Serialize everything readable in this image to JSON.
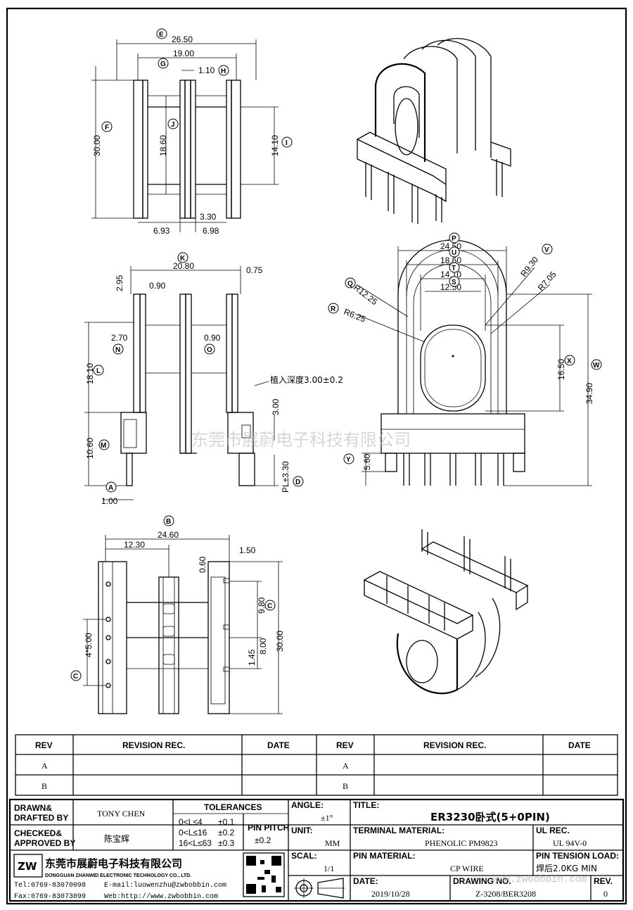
{
  "watermark": "东莞市展蔚电子科技有限公司",
  "watermark_url": "www.zwbobbin.com",
  "dims_top": {
    "w_26_50": "26.50",
    "w_19_00": "19.00",
    "w_1_10": "1.10",
    "h_30_00": "30.00",
    "h_18_60": "18.60",
    "h_14_10": "14.10",
    "d_6_93": "6.93",
    "d_3_30": "3.30",
    "d_6_98": "6.98"
  },
  "dims_mid": {
    "w_20_80": "20.80",
    "w_0_75": "0.75",
    "h_2_95": "2.95",
    "w_0_90a": "0.90",
    "h_2_70": "2.70",
    "w_0_90b": "0.90",
    "h_18_10": "18.10",
    "h_10_60": "10.60",
    "h_3_00": "3.00",
    "pl_3_30": "PL±3.30",
    "w_1_00": "1.00",
    "note_depth": "植入深度3.00±0.2"
  },
  "dims_front": {
    "w_24_50": "24.50",
    "w_18_60": "18.60",
    "w_14_10": "14.10",
    "w_12_50": "12.50",
    "r_12_25": "R12.25",
    "r_6_25": "R6.25",
    "r_9_30": "R9.30",
    "r_7_05": "R7.05",
    "h_16_50": "16.50",
    "h_34_90": "34.90",
    "h_5_60": "5.60"
  },
  "dims_bottom": {
    "w_24_60": "24.60",
    "w_12_30": "12.30",
    "w_1_50": "1.50",
    "d_0_60": "0.60",
    "d_9_80": "9.80",
    "d_1_45": "1.45",
    "d_8_00": "8.00",
    "h_30_00": "30.00",
    "pitch": "4*5.00"
  },
  "bubbles": [
    "E",
    "G",
    "H",
    "F",
    "J",
    "I",
    "K",
    "L",
    "N",
    "O",
    "M",
    "A",
    "D",
    "P",
    "U",
    "T",
    "S",
    "Q",
    "R",
    "V",
    "X",
    "W",
    "Y",
    "B",
    "C",
    "C"
  ],
  "revision_table": {
    "headers": [
      "REV",
      "REVISION REC.",
      "DATE",
      "REV",
      "REVISION REC.",
      "DATE"
    ],
    "rows": [
      [
        "A",
        "",
        "",
        "A",
        "",
        ""
      ],
      [
        "B",
        "",
        "",
        "B",
        "",
        ""
      ]
    ]
  },
  "title_block": {
    "drawn_label": "DRAWN&\nDRAFTED BY",
    "drawn_label_1": "DRAWN&",
    "drawn_label_2": "DRAFTED BY",
    "drawn_value": "TONY CHEN",
    "checked_label_1": "CHECKED&",
    "checked_label_2": "APPROVED BY",
    "checked_value": "陈宝辉",
    "tolerances_label": "TOLERANCES",
    "tol_rows": [
      {
        "range": "0<L≤4",
        "tol": "±0.1"
      },
      {
        "range": "0<L≤16",
        "tol": "±0.2"
      },
      {
        "range": "16<L≤63",
        "tol": "±0.3"
      }
    ],
    "pin_pitch_label": "PIN PITCH",
    "pin_pitch_value": "±0.2",
    "angle_label": "ANGLE:",
    "angle_value": "±1°",
    "unit_label": "UNIT:",
    "unit_value": "MM",
    "scale_label": "SCAL:",
    "scale_value": "1/1",
    "title_label": "TITLE:",
    "title_value": "ER3230卧式(5+0PIN)",
    "terminal_label": "TERMINAL MATERIAL:",
    "terminal_value": "PHENOLIC PM9823",
    "ul_label": "UL REC.",
    "ul_value": "UL 94V-0",
    "pin_material_label": "PIN MATERIAL:",
    "pin_material_value": "CP WIRE",
    "tension_label": "PIN TENSION LOAD:",
    "tension_value": "焊后2.0KG MIN",
    "date_label": "DATE:",
    "date_value": "2019/10/28",
    "drawing_label": "DRAWING NO.",
    "drawing_value": "Z-3208/BER3208",
    "rev_label": "REV.",
    "rev_value": "0",
    "company_cn": "东莞市展蔚电子科技有限公司",
    "company_en": "DONGGUAN ZHANWEI ELECTRONIC TECHNOLOGY CO., LTD.",
    "tel": "Tel:0769-83070098",
    "email": "E-mail:luowenzhu@zwbobbin.com",
    "fax": "Fax:0769-83073099",
    "web": "Web:http://www.zwbobbin.com"
  }
}
